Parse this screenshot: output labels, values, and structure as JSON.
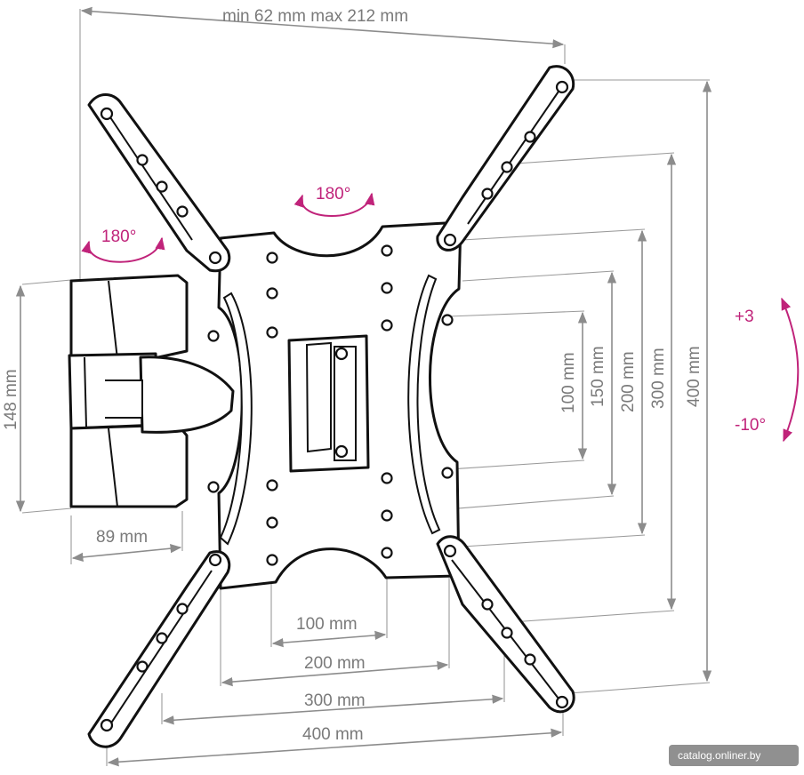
{
  "dimensions": {
    "arm_extension": "min 62 mm max 212 mm",
    "bracket_height": "148 mm",
    "bracket_width": "89 mm",
    "v100": "100 mm",
    "v150": "150 mm",
    "v200": "200 mm",
    "v300": "300 mm",
    "v400": "400 mm",
    "h100": "100 mm",
    "h200": "200 mm",
    "h300": "300 mm",
    "h400": "400 mm"
  },
  "rotation": {
    "swivel_arm": "180°",
    "swivel_plate": "180°",
    "tilt_up": "+3",
    "tilt_down": "-10°"
  },
  "watermark": {
    "site": "catalog.onliner.by"
  },
  "colors": {
    "dimension": "#8c8c8c",
    "rotation": "#c0237a",
    "outline": "#111111"
  }
}
